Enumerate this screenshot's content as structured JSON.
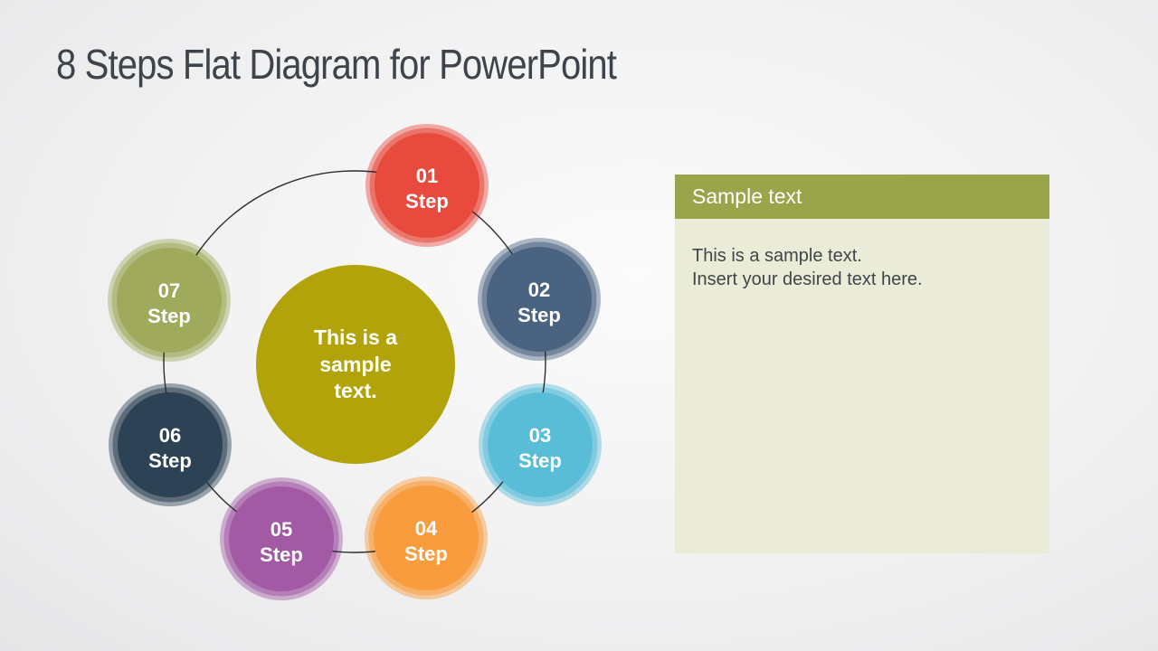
{
  "slide": {
    "title": "8 Steps Flat Diagram for PowerPoint"
  },
  "diagram": {
    "ring_color": "#2d2d2d",
    "center": {
      "color": "#b2a30b",
      "text": "This is a sample text.",
      "lines": [
        "This is a",
        "sample",
        "text."
      ]
    },
    "steps": [
      {
        "number": "01",
        "label": "Step",
        "color": "#e84a3d"
      },
      {
        "number": "02",
        "label": "Step",
        "color": "#4a6381"
      },
      {
        "number": "03",
        "label": "Step",
        "color": "#5abdd8"
      },
      {
        "number": "04",
        "label": "Step",
        "color": "#f89c3e"
      },
      {
        "number": "05",
        "label": "Step",
        "color": "#a25aa5"
      },
      {
        "number": "06",
        "label": "Step",
        "color": "#2d4254"
      },
      {
        "number": "07",
        "label": "Step",
        "color": "#a0aa5d"
      }
    ]
  },
  "panel": {
    "header": {
      "label": "Sample text",
      "bg": "#9aa54b",
      "text_color": "#ffffff"
    },
    "body": {
      "lines": [
        "This is a sample text.",
        "Insert your desired text here."
      ],
      "bg": "#ebecd8",
      "text_color": "#3e4647"
    }
  },
  "colors": {
    "background": "#f0f0f1",
    "title": "#3d444b"
  }
}
